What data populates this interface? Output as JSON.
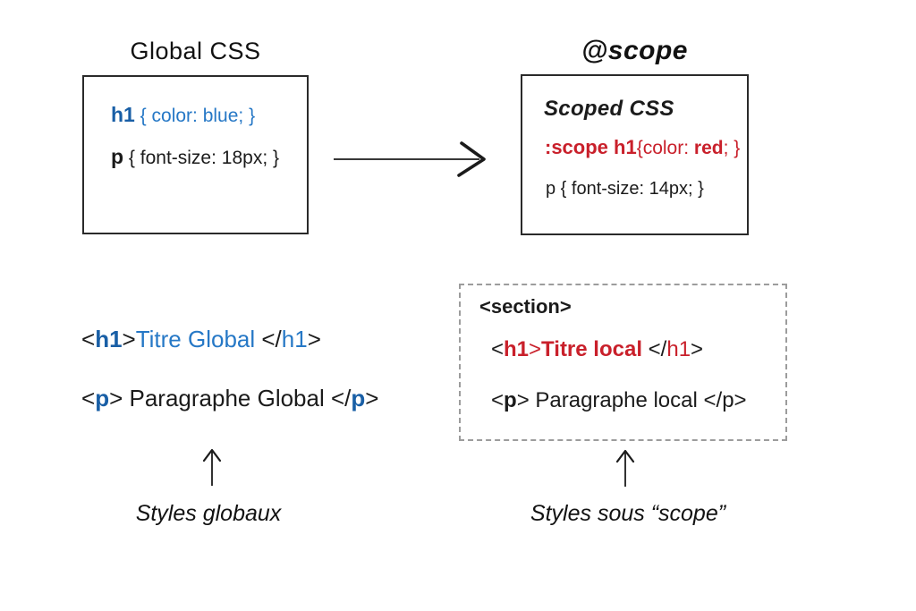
{
  "titles": {
    "global": "Global CSS",
    "scope": "@scope"
  },
  "global_box": {
    "rule1": {
      "selector": "h1",
      "body": " { color: blue; }"
    },
    "rule2": {
      "selector": "p",
      "body": " { font-size: 18px; }"
    }
  },
  "scoped_box": {
    "heading": "Scoped CSS",
    "rule1": {
      "selector": ":scope h1",
      "mid": "{color: ",
      "value": "red",
      "end": "; }"
    },
    "rule2": "p { font-size: 14px; }"
  },
  "global_markup": {
    "h1_line": {
      "open_lt": "<",
      "open_tag": "h1",
      "open_gt": ">",
      "text": "Titre Global",
      "close_lt": " </",
      "close_tag": "h1",
      "close_gt": ">"
    },
    "p_line": {
      "open_lt": "<",
      "open_tag": "p",
      "open_gt": ">",
      "text": " Paragraphe Global ",
      "close_lt": "</",
      "close_tag": "p",
      "close_gt": ">"
    }
  },
  "section_box": {
    "open_tag": "<section>",
    "h1_line": {
      "open_lt": "<",
      "open_tag": "h1",
      "open_gt": ">",
      "text": "Titre local",
      "close_lt": " </",
      "close_tag": "h1",
      "close_gt": ">"
    },
    "p_line": {
      "open_lt": "<",
      "open_tag": "p",
      "open_gt": ">",
      "text": " Paragraphe local ",
      "close_lt": "</",
      "close_tag": "p",
      "close_gt": ">"
    }
  },
  "captions": {
    "global": "Styles globaux",
    "scope": "Styles sous “scope”"
  },
  "colors": {
    "blue-bold": "#195fa6",
    "blue": "#2678c6",
    "red": "#c9202b",
    "ink": "#1b1b1b",
    "box-border": "#2a2a2a",
    "dash": "#9c9c9c"
  }
}
